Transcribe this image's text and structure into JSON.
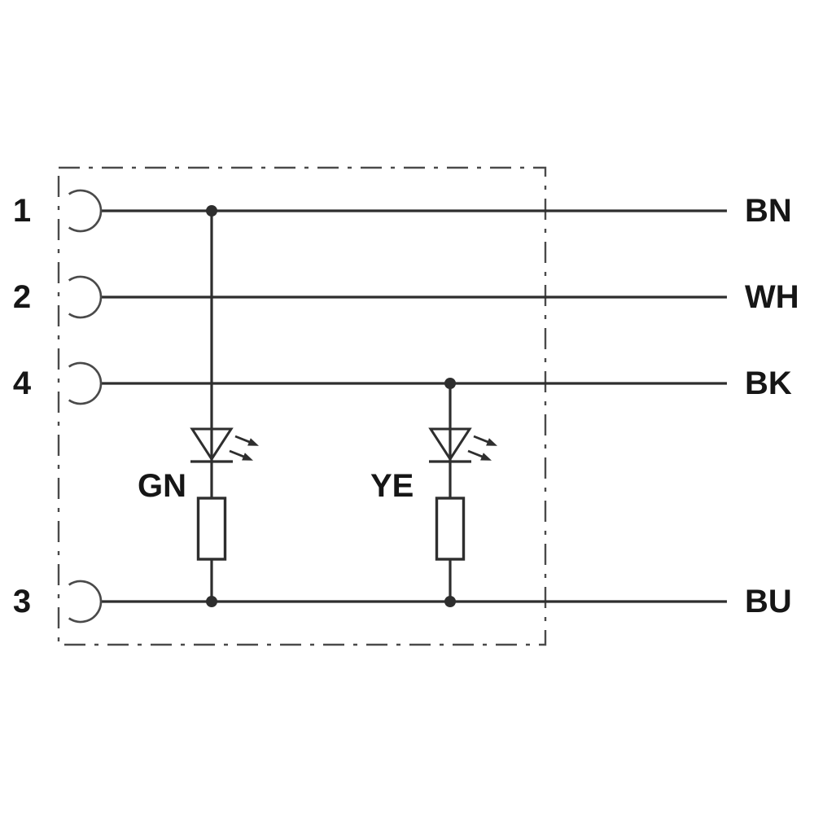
{
  "diagram_type": "cable-wiring-schematic",
  "connector": {
    "pins": [
      {
        "number": "1",
        "wire_label": "BN"
      },
      {
        "number": "2",
        "wire_label": "WH"
      },
      {
        "number": "4",
        "wire_label": "BK"
      },
      {
        "number": "3",
        "wire_label": "BU"
      }
    ]
  },
  "leds": [
    {
      "label": "GN"
    },
    {
      "label": "YE"
    }
  ],
  "colors": {
    "ink": "#2e2e2e",
    "outline": "#4a4a4a",
    "text": "#161616",
    "background": "#ffffff"
  }
}
